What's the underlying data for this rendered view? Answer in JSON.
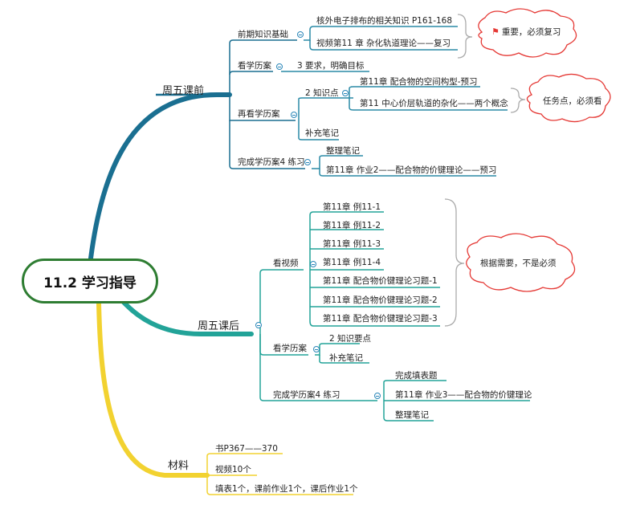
{
  "root": {
    "label": "11.2 学习指导"
  },
  "branches": {
    "before": {
      "label": "周五课前",
      "prior": {
        "label": "前期知识基础",
        "items": [
          "核外电子排布的相关知识 P161-168",
          "视频第11 章 杂化轨道理论——复习"
        ],
        "note": {
          "icon": "flag-icon",
          "label": "重要，必须复习"
        }
      },
      "review_plan": {
        "label": "看学历案",
        "detail": "3 要求，明确目标"
      },
      "reread_plan": {
        "label": "再看学历案",
        "points": {
          "label": "2 知识点",
          "items": [
            "第11章 配合物的空间构型-预习",
            "第11 中心价层轨道的杂化——两个概念"
          ],
          "note": {
            "label": "任务点，必须看"
          }
        },
        "notes": {
          "label": "补充笔记"
        }
      },
      "exercise": {
        "label": "完成学历案4 练习",
        "items": [
          "整理笔记",
          "第11章 作业2——配合物的价键理论——预习"
        ]
      }
    },
    "after": {
      "label": "周五课后",
      "videos": {
        "label": "看视频",
        "items": [
          "第11章 例11-1",
          "第11章 例11-2",
          "第11章 例11-3",
          "第11章 例11-4",
          "第11章 配合物价键理论习题-1",
          "第11章 配合物价键理论习题-2",
          "第11章 配合物价键理论习题-3"
        ],
        "note": {
          "label": "根据需要，不是必须"
        }
      },
      "review_plan": {
        "label": "看学历案",
        "items": [
          "2 知识要点",
          "补充笔记"
        ]
      },
      "exercise": {
        "label": "完成学历案4 练习",
        "items": [
          "完成填表题",
          "第11章 作业3——配合物的价键理论",
          "整理笔记"
        ]
      }
    },
    "materials": {
      "label": "材料",
      "items": [
        "书P367——370",
        "视频10个",
        "填表1个，课前作业1个，课后作业1个"
      ]
    }
  },
  "colors": {
    "before": "#1a6f91",
    "after": "#22a398",
    "materials": "#f2d230",
    "root_border": "#2e7d32",
    "cloud": "#e53935",
    "brace": "#aaaaaa"
  }
}
